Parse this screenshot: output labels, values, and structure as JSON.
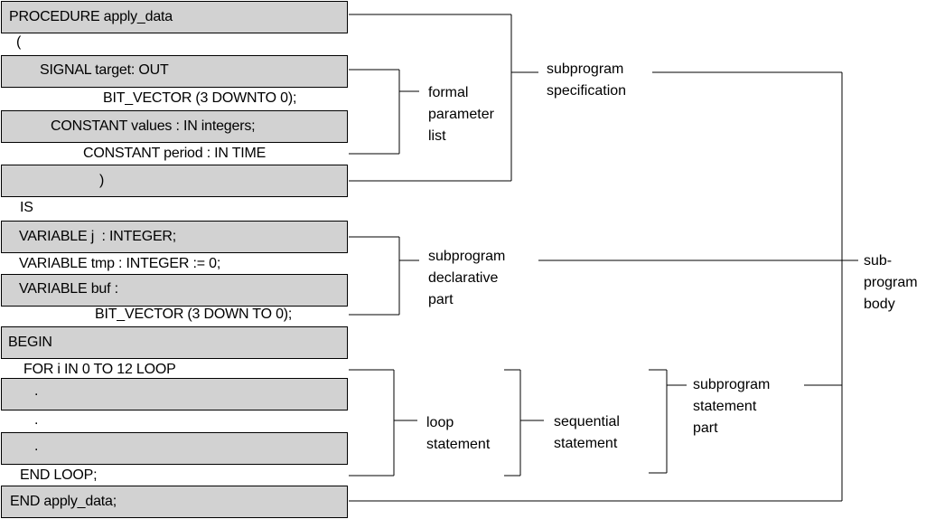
{
  "code_lines": [
    "PROCEDURE apply_data",
    "(",
    "SIGNAL target: OUT",
    "BIT_VECTOR (3 DOWNTO 0);",
    "CONSTANT values : IN integers;",
    "CONSTANT period : IN TIME",
    ")",
    "IS",
    "VARIABLE j  : INTEGER;",
    "VARIABLE tmp : INTEGER := 0;",
    "VARIABLE buf :",
    "BIT_VECTOR (3 DOWN TO 0);",
    "BEGIN",
    "FOR i IN 0 TO 12 LOOP",
    ".",
    ".",
    ".",
    "END LOOP;",
    "END apply_data;"
  ],
  "labels": {
    "formal_parameter_list": [
      "formal",
      "parameter",
      "list"
    ],
    "subprogram_specification": [
      "subprogram",
      "specification"
    ],
    "subprogram_declarative_part": [
      "subprogram",
      "declarative",
      "part"
    ],
    "loop_statement": [
      "loop",
      "statement"
    ],
    "sequential_statement": [
      "sequential",
      "statement"
    ],
    "subprogram_statement_part": [
      "subprogram",
      "statement",
      "part"
    ],
    "subprogram_body": [
      "sub-",
      "program",
      "body"
    ]
  },
  "colors": {
    "band_fill": "#d2d2d2",
    "line": "#000000",
    "background": "#ffffff"
  }
}
